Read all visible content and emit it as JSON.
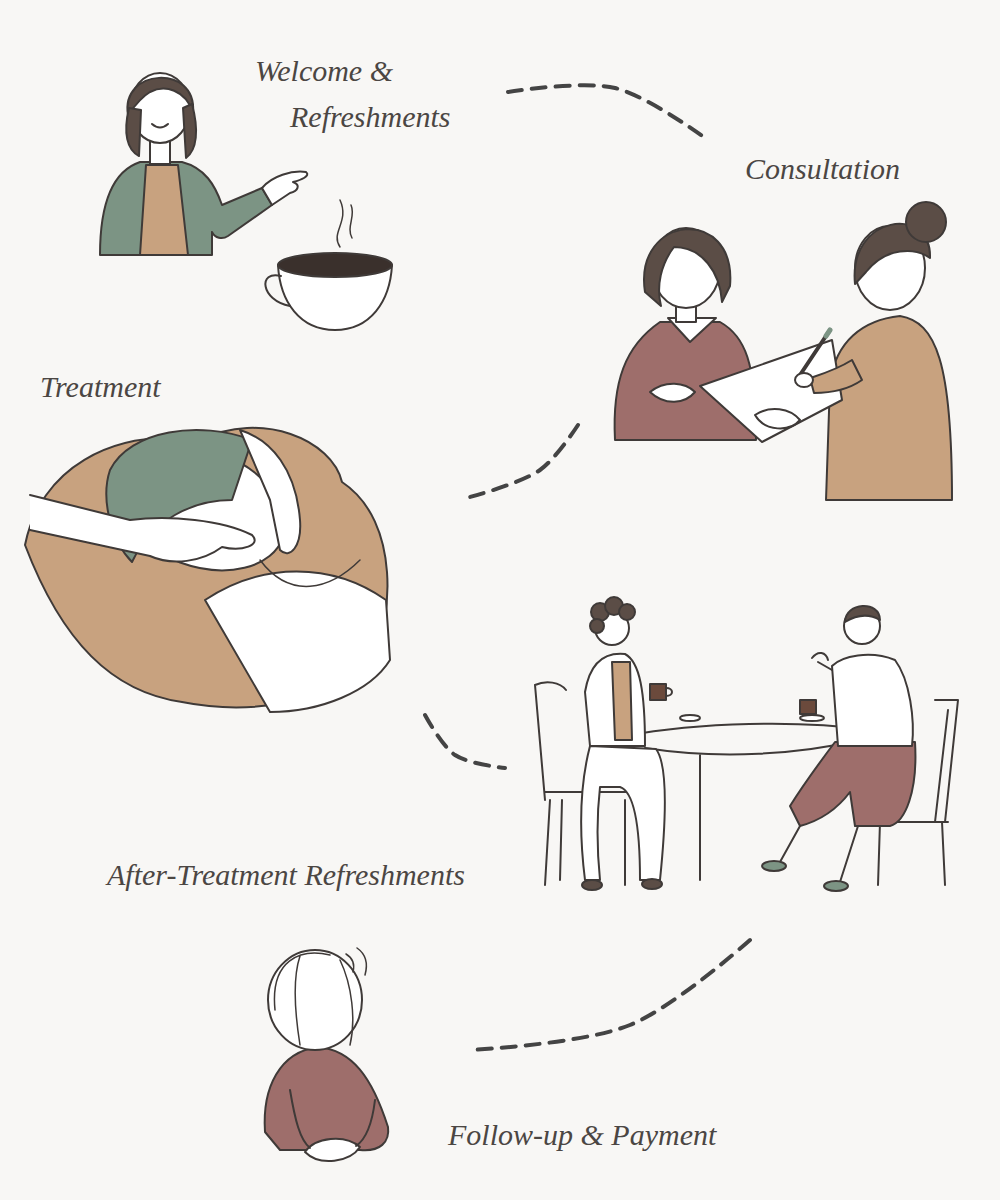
{
  "diagram": {
    "nodes": [
      {
        "text": [
          "Welcome & Refreshments"
        ]
      },
      {
        "text": [
          "Consultation"
        ]
      },
      {
        "text": [
          "Treatment"
        ]
      },
      {
        "text": [
          "After-Treatment Refreshments"
        ]
      },
      {
        "text": [
          "Follow-up & Payment"
        ]
      }
    ],
    "edges": [
      {
        "from": 0,
        "to": 1,
        "arrow": "none"
      },
      {
        "from": 1,
        "to": 2,
        "arrow": "none"
      },
      {
        "from": 2,
        "to": 3,
        "arrow": "none"
      },
      {
        "from": 3,
        "to": 4,
        "arrow": "none"
      }
    ]
  }
}
